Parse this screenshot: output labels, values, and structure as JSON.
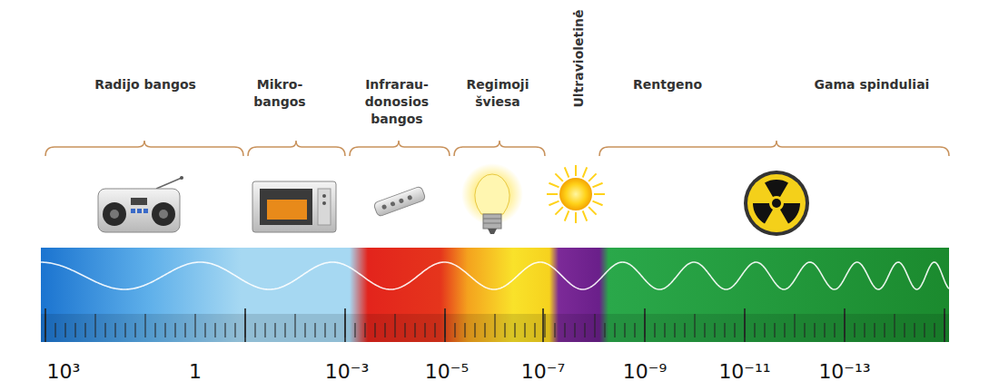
{
  "diagram": {
    "labels": [
      "Radijo bangos",
      "Mikro- bangos",
      "Infrarau- donosios bangos",
      "Regimoji šviesa",
      "Ultravioletinė",
      "Rentgeno",
      "Gama spinduliai",
      "10³",
      "1",
      "10⁻³",
      "10⁻⁵",
      "10⁻⁷",
      "10⁻⁹",
      "10⁻¹¹",
      "10⁻¹³"
    ]
  }
}
